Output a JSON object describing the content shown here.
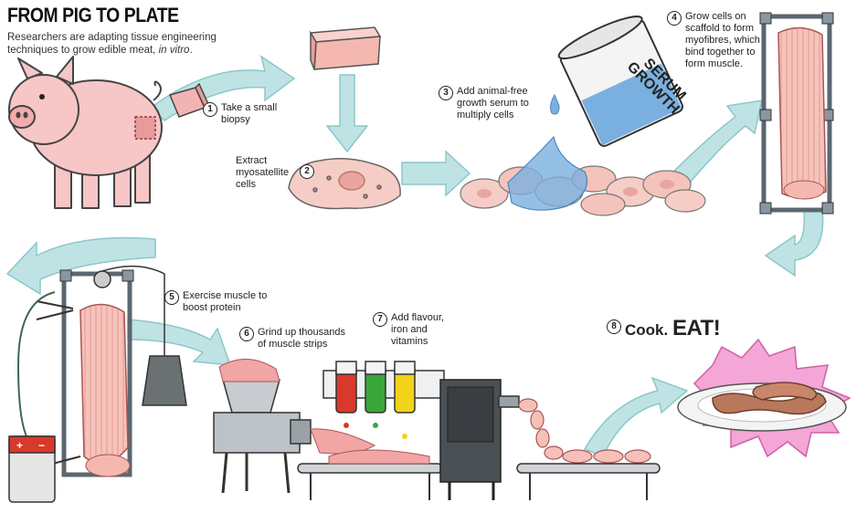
{
  "title": "FROM PIG TO PLATE",
  "subtitle_text": "Researchers are adapting tissue engineering techniques to grow edible meat, ",
  "subtitle_italic": "in vitro",
  "subtitle_end": ".",
  "steps": [
    {
      "num": "1",
      "text": "Take a small biopsy"
    },
    {
      "num": "2",
      "text": "Extract myosatellite cells"
    },
    {
      "num": "3",
      "text": "Add animal-free growth serum to multiply cells"
    },
    {
      "num": "4",
      "text": "Grow cells on scaffold to form myofibres, which bind together to form muscle."
    },
    {
      "num": "5",
      "text": "Exercise muscle to boost protein"
    },
    {
      "num": "6",
      "text": "Grind up thousands of muscle strips"
    },
    {
      "num": "7",
      "text": "Add flavour, iron and vitamins"
    },
    {
      "num": "8",
      "text_small": "Cook.",
      "text_big": "EAT!"
    }
  ],
  "jar_label_line1": "GROWTH",
  "jar_label_line2": "SERUM",
  "battery_plus": "+",
  "battery_minus": "−",
  "colors": {
    "arrow": "#bfe3e4",
    "arrow_edge": "#8cc7c9",
    "pig": "#f7c6c6",
    "meat": "#f4c0b8",
    "serum": "#7ab0e0",
    "scaffold": "#5b6770",
    "bottle_red": "#d9392b",
    "bottle_green": "#3aa63a",
    "bottle_yellow": "#f2d31b",
    "sausage": "#b9775c",
    "burst": "#f4a6d6"
  }
}
